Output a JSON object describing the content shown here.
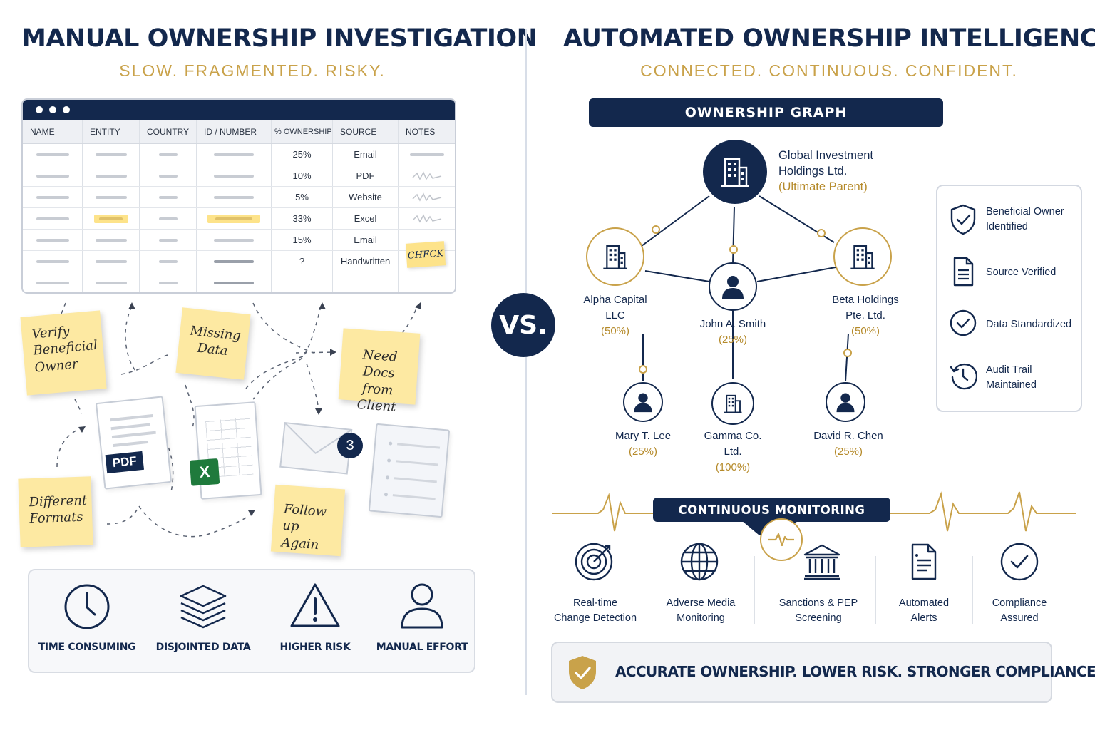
{
  "left": {
    "title": "MANUAL OWNERSHIP INVESTIGATION",
    "subtitle": "SLOW. FRAGMENTED. RISKY.",
    "table": {
      "headers": [
        "NAME",
        "ENTITY",
        "COUNTRY",
        "ID / NUMBER",
        "% OWNERSHIP",
        "SOURCE",
        "NOTES"
      ],
      "rows": [
        {
          "ownership": "25%",
          "source": "Email"
        },
        {
          "ownership": "10%",
          "source": "PDF"
        },
        {
          "ownership": "5%",
          "source": "Website"
        },
        {
          "ownership": "33%",
          "source": "Excel"
        },
        {
          "ownership": "15%",
          "source": "Email"
        },
        {
          "ownership": "?",
          "source": "Handwritten"
        },
        {
          "ownership": "",
          "source": ""
        }
      ],
      "check_note": "CHECK"
    },
    "notes": {
      "verify_1": "Verify",
      "verify_2": "Beneficial",
      "verify_3": "Owner",
      "missing_1": "Missing",
      "missing_2": "Data",
      "need_1": "Need Docs",
      "need_2": "from Client",
      "formats_1": "Different",
      "formats_2": "Formats",
      "follow_1": "Follow up",
      "follow_2": "Again"
    },
    "docs": {
      "pdf_label": "PDF",
      "excel_label": "X",
      "email_badge": "3"
    },
    "features": [
      {
        "label": "TIME CONSUMING",
        "icon": "clock-icon"
      },
      {
        "label": "DISJOINTED DATA",
        "icon": "layers-icon"
      },
      {
        "label": "HIGHER RISK",
        "icon": "warning-icon"
      },
      {
        "label": "MANUAL EFFORT",
        "icon": "user-icon"
      }
    ]
  },
  "vs_label": "VS.",
  "right": {
    "title": "AUTOMATED OWNERSHIP INTELLIGENCE",
    "subtitle": "CONNECTED. CONTINUOUS. CONFIDENT.",
    "graph_title": "OWNERSHIP GRAPH",
    "parent": {
      "name_1": "Global Investment",
      "name_2": "Holdings Ltd.",
      "role": "(Ultimate Parent)"
    },
    "nodes": {
      "alpha": {
        "name_1": "Alpha Capital",
        "name_2": "LLC",
        "pct": "(50%)"
      },
      "john": {
        "name_1": "John A. Smith",
        "pct": "(25%)"
      },
      "beta": {
        "name_1": "Beta Holdings",
        "name_2": "Pte. Ltd.",
        "pct": "(50%)"
      },
      "mary": {
        "name_1": "Mary T. Lee",
        "pct": "(25%)"
      },
      "gamma": {
        "name_1": "Gamma Co.",
        "name_2": "Ltd.",
        "pct": "(100%)"
      },
      "david": {
        "name_1": "David R. Chen",
        "pct": "(25%)"
      }
    },
    "checks": [
      {
        "line1": "Beneficial Owner",
        "line2": "Identified",
        "icon": "shield-check-icon"
      },
      {
        "line1": "Source Verified",
        "line2": "",
        "icon": "document-icon"
      },
      {
        "line1": "Data Standardized",
        "line2": "",
        "icon": "check-circle-icon"
      },
      {
        "line1": "Audit Trail",
        "line2": "Maintained",
        "icon": "history-icon"
      }
    ],
    "monitoring_title": "CONTINUOUS MONITORING",
    "monitoring": [
      {
        "line1": "Real-time",
        "line2": "Change Detection",
        "icon": "target-icon"
      },
      {
        "line1": "Adverse Media",
        "line2": "Monitoring",
        "icon": "globe-icon"
      },
      {
        "line1": "Sanctions & PEP",
        "line2": "Screening",
        "icon": "bank-icon"
      },
      {
        "line1": "Automated",
        "line2": "Alerts",
        "icon": "alert-doc-icon"
      },
      {
        "line1": "Compliance",
        "line2": "Assured",
        "icon": "check-circle-icon"
      }
    ],
    "banner": "ACCURATE OWNERSHIP. LOWER RISK. STRONGER COMPLIANCE."
  },
  "colors": {
    "navy": "#13284d",
    "gold": "#c9a24a",
    "sticky": "#fde9a2"
  }
}
